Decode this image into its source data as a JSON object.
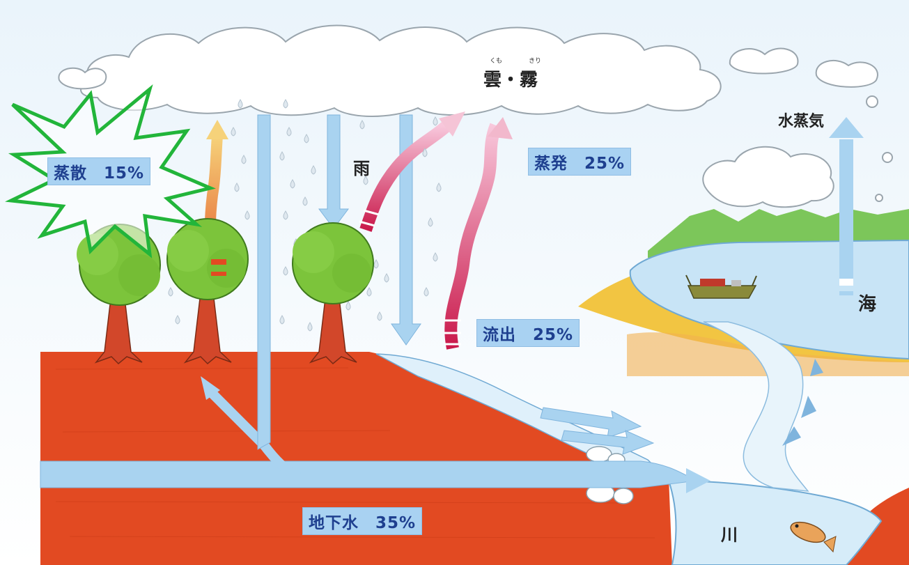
{
  "diagram": {
    "clouds_label": "雲・霧",
    "clouds_furigana_1": "くも",
    "clouds_furigana_2": "きり",
    "rain_label": "雨",
    "vapor_label": "水蒸気",
    "sea_label": "海",
    "river_label": "川",
    "transpiration": "蒸散　15%",
    "evaporation": "蒸発　25%",
    "runoff": "流出　25%",
    "groundwater": "地下水　35%"
  },
  "colors": {
    "soil": "#e24a22",
    "water_arrow": "#a9d3f0",
    "evap_arrow": "#d9447a",
    "transp_arrow": "#e88a3c",
    "highlight": "#22b53a",
    "tree_leaf": "#7cc43b",
    "sea": "#c7e3f5"
  },
  "icons": [
    "cloud-icon",
    "tree-icon",
    "raindrop-icon",
    "boat-icon",
    "fish-icon",
    "mountain-icon",
    "starburst-icon"
  ]
}
